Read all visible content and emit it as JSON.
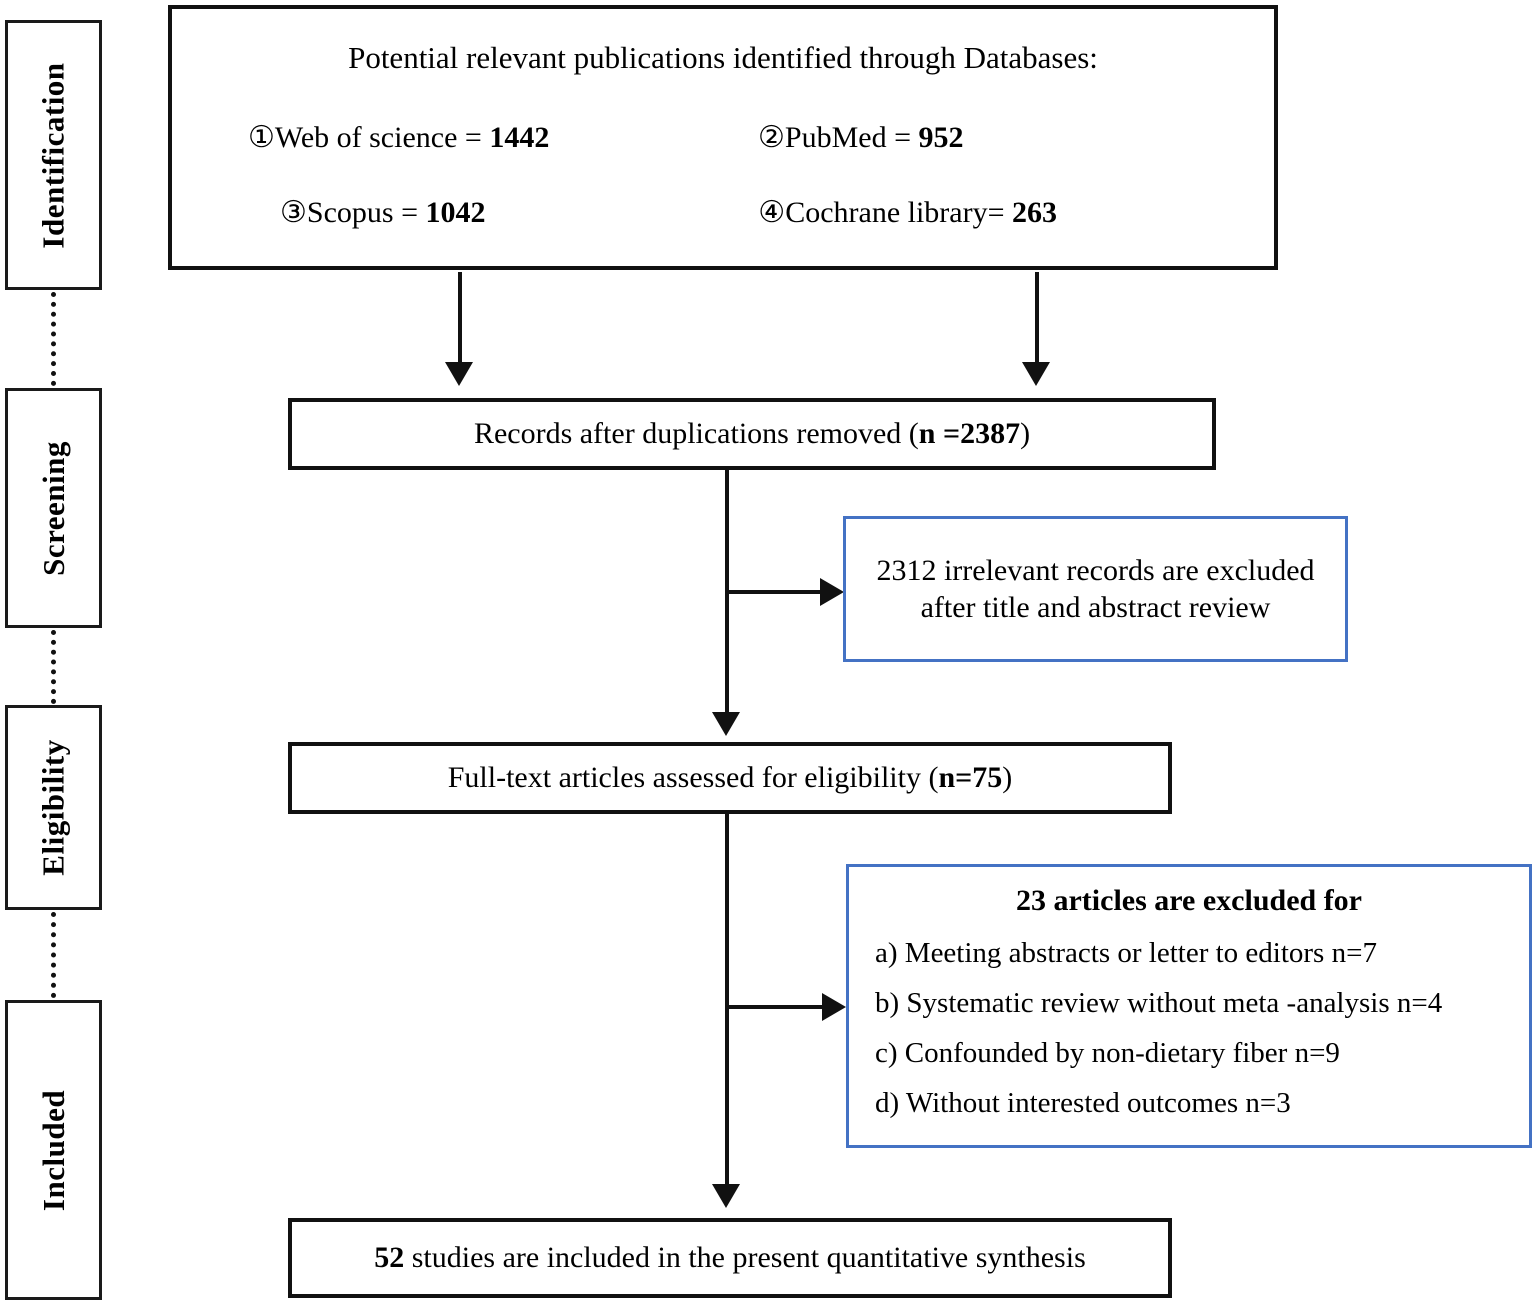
{
  "diagram": {
    "title": "PRISMA study selection flow diagram",
    "accent_blue": "#4472C4",
    "line_color": "#111111"
  },
  "stages": [
    {
      "id": "identification",
      "label": "Identification"
    },
    {
      "id": "screening",
      "label": "Screening"
    },
    {
      "id": "eligibility",
      "label": "Eligibility"
    },
    {
      "id": "included",
      "label": "Included"
    }
  ],
  "identification_box": {
    "title": "Potential relevant publications identified through Databases:",
    "databases": [
      {
        "marker": "①",
        "name": "Web of science",
        "sep": " = ",
        "count": "1442"
      },
      {
        "marker": "②",
        "name": "PubMed",
        "sep": " = ",
        "count": "952"
      },
      {
        "marker": "③",
        "name": "Scopus",
        "sep": " = ",
        "count": "1042"
      },
      {
        "marker": "④",
        "name": "Cochrane library",
        "sep": "= ",
        "count": "263"
      }
    ]
  },
  "screening_box": {
    "text_before": "Records after duplications removed (",
    "n_label": "n =",
    "n_value": "2387",
    "text_after": ")"
  },
  "screening_excluded_box": {
    "line1": "2312 irrelevant records are excluded",
    "line2": "after title and abstract review"
  },
  "eligibility_box": {
    "text_before": "Full-text articles assessed for eligibility (",
    "n_label": "n=",
    "n_value": "75",
    "text_after": ")"
  },
  "eligibility_excluded_box": {
    "header": "23 articles are excluded for",
    "reasons": [
      "a) Meeting abstracts or letter to editors n=7",
      "b) Systematic review without meta -analysis n=4",
      "c) Confounded by non-dietary fiber n=9",
      "d) Without interested outcomes n=3"
    ]
  },
  "included_box": {
    "count": "52",
    "text": " studies are included in the present quantitative synthesis"
  }
}
